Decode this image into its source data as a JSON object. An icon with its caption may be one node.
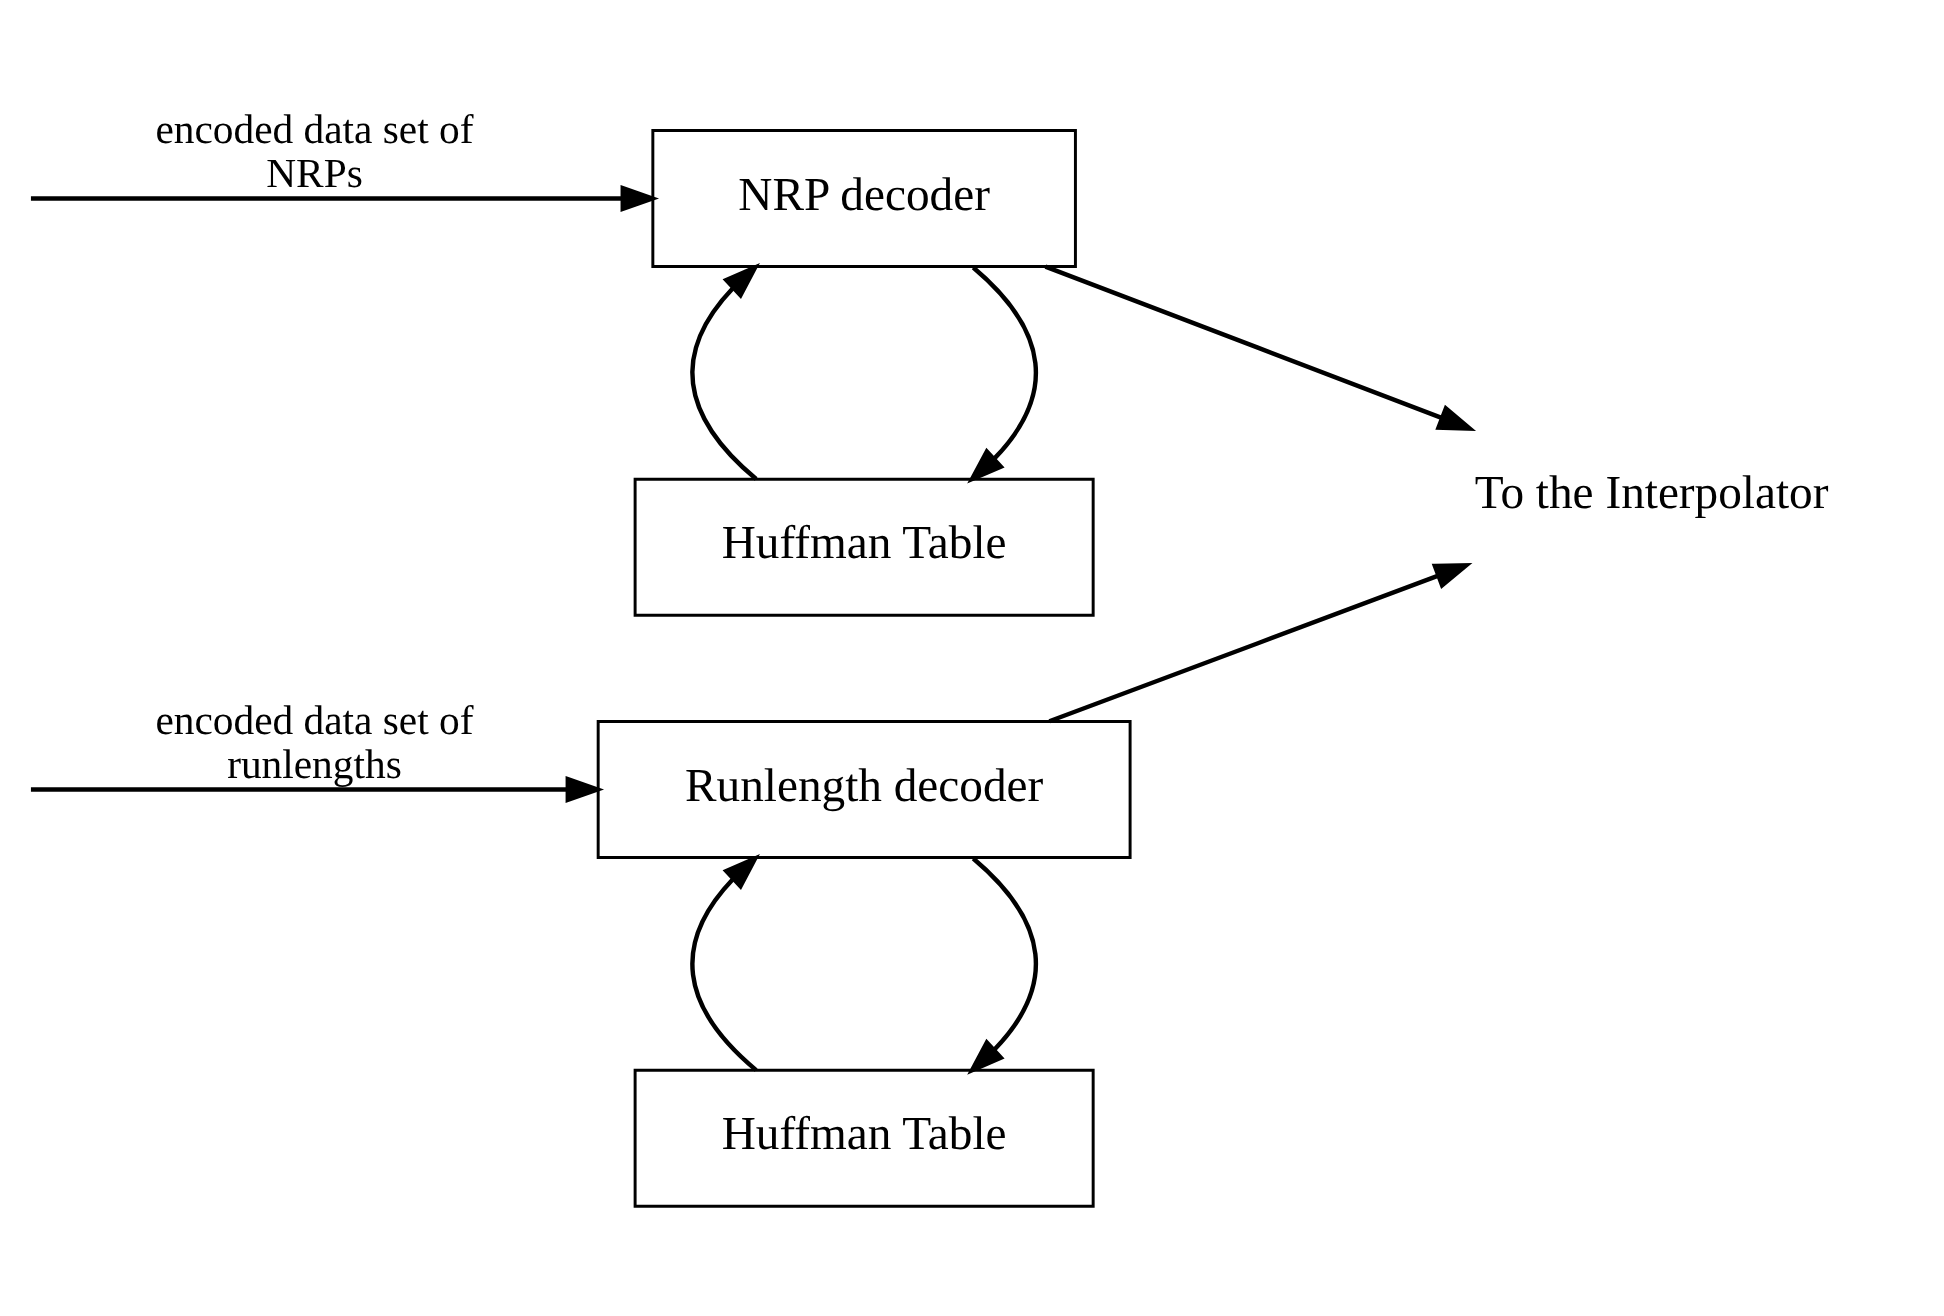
{
  "diagram": {
    "nodes": [
      {
        "text": [
          "Runlength decoder"
        ]
      },
      {
        "text": [
          "Huffman Table"
        ]
      },
      {
        "text": [
          "To the Interpolator"
        ]
      },
      {
        "text": [
          "NRP decoder"
        ]
      },
      {
        "text": [
          "Huffman Table"
        ]
      }
    ],
    "edges": [
      {
        "from": null,
        "to": 0,
        "arrow": "to",
        "label": "encoded data set of runlengths"
      },
      {
        "from": 0,
        "to": 1,
        "arrow": "to"
      },
      {
        "from": 1,
        "to": 0,
        "arrow": "to"
      },
      {
        "from": 0,
        "to": 2,
        "arrow": "to"
      },
      {
        "from": null,
        "to": 3,
        "arrow": "to",
        "label": "encoded data set of NRPs"
      },
      {
        "from": 3,
        "to": 4,
        "arrow": "to"
      },
      {
        "from": 4,
        "to": 3,
        "arrow": "to"
      },
      {
        "from": 3,
        "to": 2,
        "arrow": "to"
      }
    ]
  }
}
